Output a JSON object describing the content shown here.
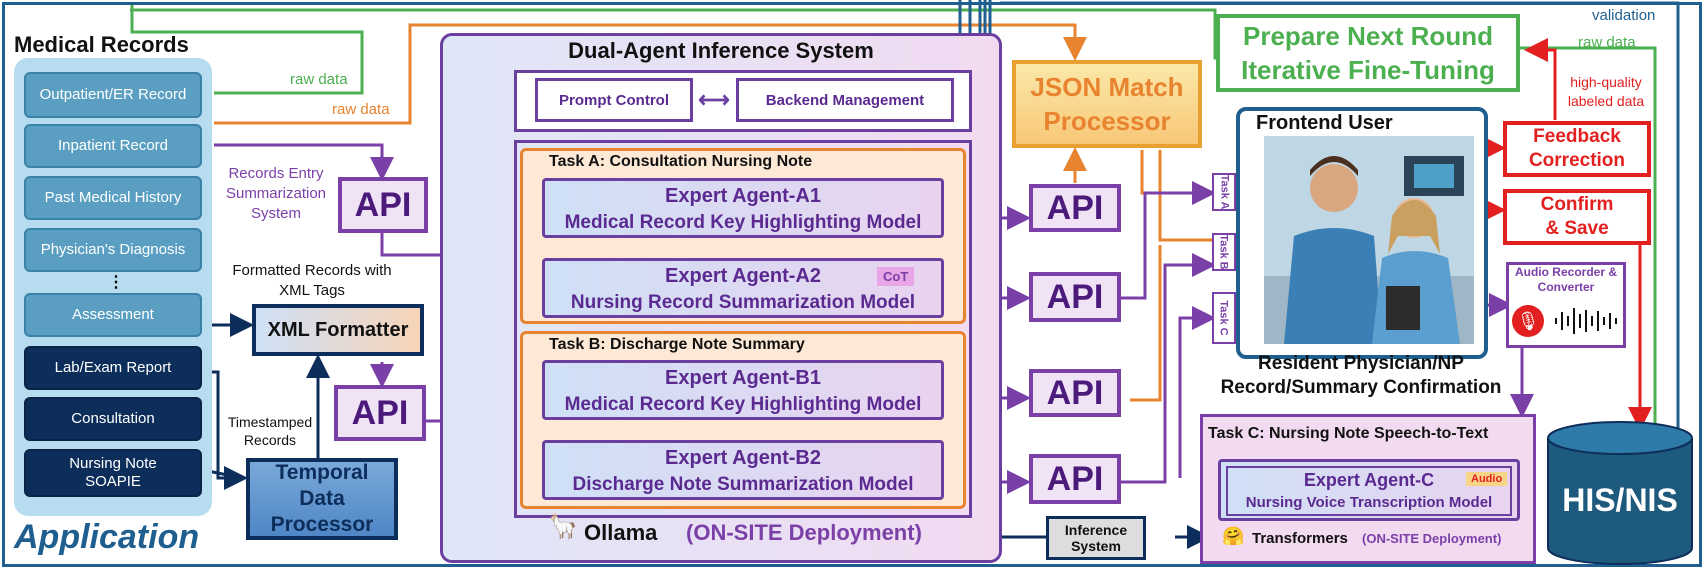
{
  "left_panel": {
    "title": "Medical Records",
    "records": [
      "Outpatient/ER Record",
      "Inpatient Record",
      "Past Medical History",
      "Physician's Diagnosis",
      "⋮",
      "Assessment"
    ],
    "dark_records": [
      "Lab/Exam Report",
      "Consultation",
      "Nursing Note SOAPIE"
    ],
    "footer": "Application"
  },
  "labels": {
    "raw_data_green": "raw data",
    "raw_data_orange": "raw data",
    "records_entry": "Records Entry Summarization System",
    "formatted_records": "Formatted Records with XML Tags",
    "timestamped": "Timestamped Records",
    "validation": "validation",
    "raw_data_right": "raw data",
    "high_quality": "high-quality labeled data"
  },
  "xml_formatter": "XML Formatter",
  "temporal_processor": "Temporal Data Processor",
  "api_label": "API",
  "dual_agent": {
    "title": "Dual-Agent Inference System",
    "prompt_control": "Prompt Control",
    "backend_management": "Backend Management",
    "task_a_title": "Task A: Consultation Nursing Note",
    "task_b_title": "Task B: Discharge Note Summary",
    "agents": [
      {
        "name": "Expert Agent-A1",
        "model": "Medical Record Key Highlighting Model"
      },
      {
        "name": "Expert Agent-A2",
        "model": "Nursing Record Summarization Model",
        "badge": "CoT"
      },
      {
        "name": "Expert Agent-B1",
        "model": "Medical Record Key Highlighting Model"
      },
      {
        "name": "Expert Agent-B2",
        "model": "Discharge Note Summarization Model"
      }
    ],
    "ollama": "Ollama",
    "ollama_deploy": "(ON-SITE Deployment)"
  },
  "json_match": "JSON Match Processor",
  "fine_tuning": "Prepare Next Round Iterative Fine-Tuning",
  "frontend": {
    "title": "Frontend User",
    "caption": "Resident Physician/NP Record/Summary Confirmation",
    "tags": [
      "Task A",
      "Task B",
      "Task C"
    ]
  },
  "feedback": "Feedback Correction",
  "confirm": "Confirm & Save",
  "audio_recorder": "Audio Recorder & Converter",
  "task_c": {
    "title": "Task C: Nursing Note Speech-to-Text",
    "agent": "Expert Agent-C",
    "model": "Nursing Voice Transcription Model",
    "badge": "Audio",
    "transformers": "Transformers",
    "deploy": "(ON-SITE Deployment)"
  },
  "inference_system": "Inference System",
  "his_nis": "HIS/NIS",
  "colors": {
    "purple": "#7b3fa8",
    "orange": "#e8832f",
    "green": "#4caf50",
    "red": "#e32020",
    "navy": "#1f5f8f"
  }
}
